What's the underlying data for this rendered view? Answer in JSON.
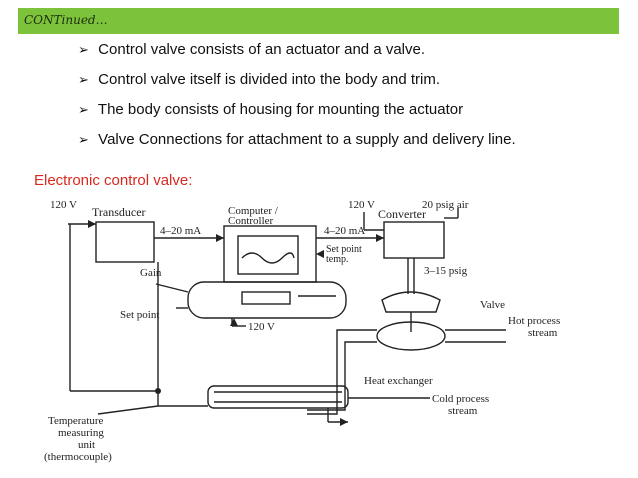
{
  "header": {
    "title": "CONTinued…",
    "bar_color": "#7cc23a"
  },
  "bullets": [
    {
      "marker": "➢",
      "text": "Control valve consists of an actuator and a valve."
    },
    {
      "marker": "➢",
      "text": "Control valve itself is divided into the body and trim."
    },
    {
      "marker": "➢",
      "text": "The body consists of housing for mounting the actuator"
    },
    {
      "marker": "➢",
      "text": "Valve Connections for attachment to a supply and delivery line."
    }
  ],
  "subheading": {
    "text": "Electronic control valve:",
    "color": "#d8291f"
  },
  "diagram": {
    "labels": {
      "transducer_voltage": "120 V",
      "transducer": "Transducer",
      "current_signal_left": "4–20 mA",
      "computer_line1": "Computer /",
      "computer_line2": "Controller",
      "current_signal_right": "4–20 mA",
      "converter_voltage": "120 V",
      "air_supply": "20 psig air",
      "converter": "Converter",
      "setpoint_temp_line1": "Set point",
      "setpoint_temp_line2": "temp.",
      "pressure_range": "3–15 psig",
      "gain": "Gain",
      "set_point": "Set point",
      "controller_voltage": "120 V",
      "valve": "Valve",
      "hot_stream_line1": "Hot process",
      "hot_stream_line2": "stream",
      "heat_exchanger": "Heat exchanger",
      "cold_stream_line1": "Cold process",
      "cold_stream_line2": "stream",
      "temp_unit_line1": "Temperature",
      "temp_unit_line2": "measuring",
      "temp_unit_line3": "unit",
      "temp_unit_line4": "(thermocouple)"
    }
  }
}
